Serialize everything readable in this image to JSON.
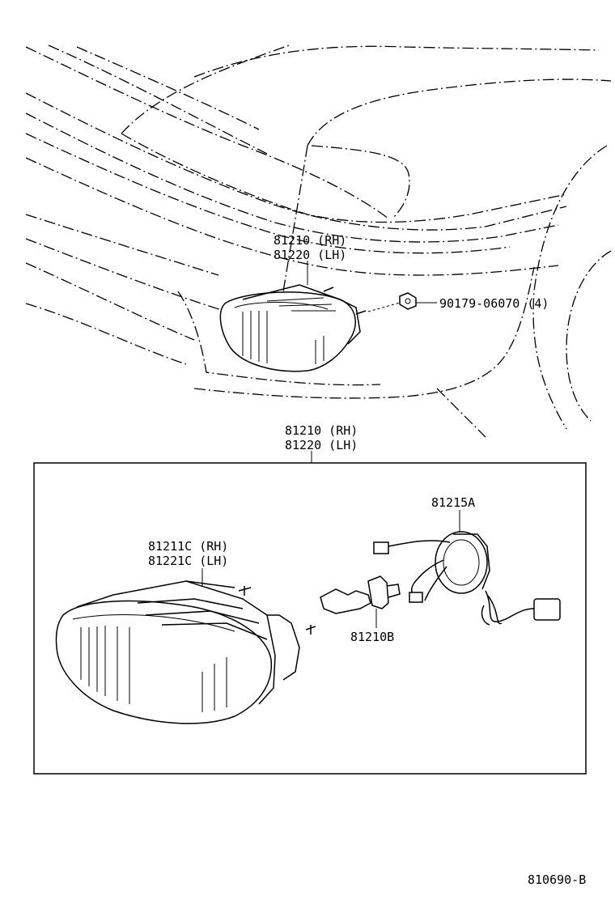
{
  "labels": {
    "upper_lamp_rh": "81210 (RH)",
    "upper_lamp_lh": "81220 (LH)",
    "nut": "90179-06070 (4)",
    "box_lamp_rh": "81210 (RH)",
    "box_lamp_lh": "81220 (LH)",
    "housing_rh": "81211C (RH)",
    "housing_lh": "81221C (LH)",
    "socket": "81215A",
    "bulb": "81210B",
    "drawing_id": "810690-B"
  }
}
